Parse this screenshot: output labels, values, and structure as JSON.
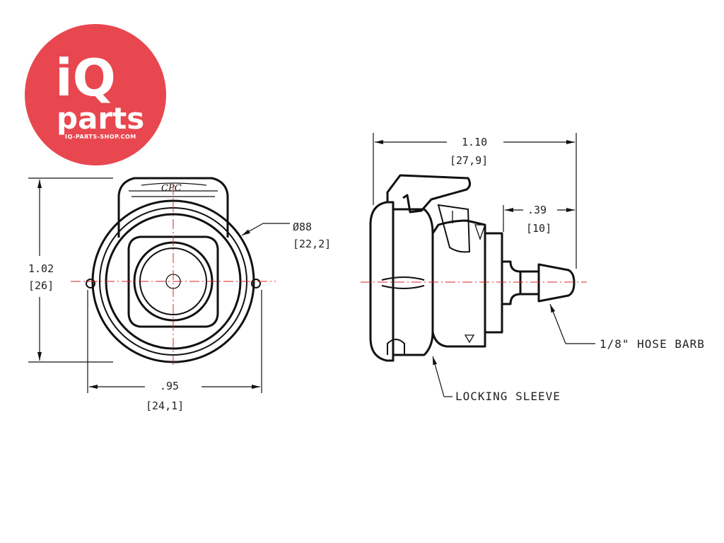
{
  "logo": {
    "brand_line1": "iQ",
    "brand_line2": "parts",
    "url": "IQ-PARTS-SHOP.COM",
    "badge_color": "#e8474f"
  },
  "front_view": {
    "height_in": "1.02",
    "height_mm": "[26]",
    "width_in": ".95",
    "width_mm": "[24,1]",
    "diameter_in": "Ø88",
    "diameter_mm": "[22,2]",
    "cap_text": "CPC"
  },
  "side_view": {
    "length_in": "1.10",
    "length_mm": "[27,9]",
    "barb_length_in": ".39",
    "barb_length_mm": "[10]",
    "hose_barb_label": "1/8\" HOSE BARB",
    "locking_sleeve_label": "LOCKING SLEEVE"
  },
  "colors": {
    "outline": "#111111",
    "centerline": "#e02020"
  }
}
